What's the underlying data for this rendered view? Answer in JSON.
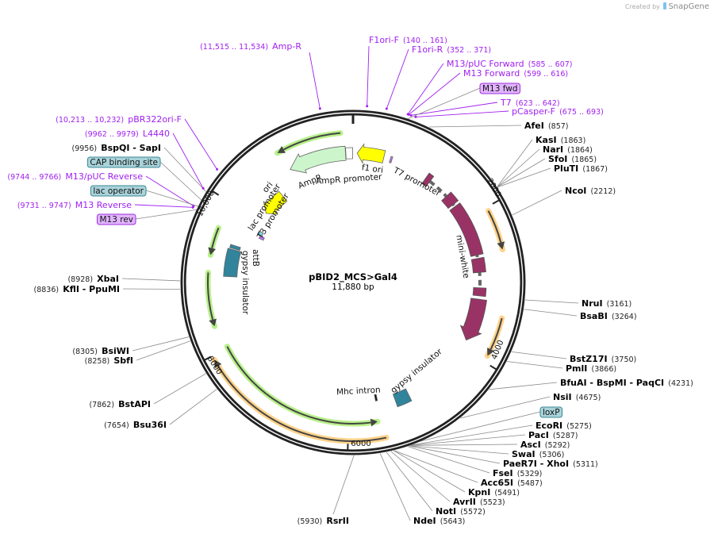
{
  "watermark": {
    "prefix": "Created by",
    "brand": "SnapGene"
  },
  "plasmid": {
    "name": "pBID2_MCS>Gal4",
    "length_label": "11,880 bp",
    "total_bp": 11880
  },
  "ticks": [
    {
      "bp": 2000,
      "label": "2000"
    },
    {
      "bp": 4000,
      "label": "4000"
    },
    {
      "bp": 6000,
      "label": "6000"
    },
    {
      "bp": 8000,
      "label": "8000"
    },
    {
      "bp": 10000,
      "label": "10,000"
    }
  ],
  "enzymes": [
    {
      "name": "AfeI",
      "pos": "857"
    },
    {
      "name": "KasI",
      "pos": "1863"
    },
    {
      "name": "NarI",
      "pos": "1864"
    },
    {
      "name": "SfoI",
      "pos": "1865"
    },
    {
      "name": "PluTI",
      "pos": "1867"
    },
    {
      "name": "NcoI",
      "pos": "2212"
    },
    {
      "name": "NruI",
      "pos": "3161"
    },
    {
      "name": "BsaBI",
      "pos": "3264"
    },
    {
      "name": "BstZ17I",
      "pos": "3750"
    },
    {
      "name": "PmlI",
      "pos": "3866"
    },
    {
      "name": "BfuAI  - BspMI  - PaqCI",
      "pos": "4231"
    },
    {
      "name": "NsiI",
      "pos": "4675"
    },
    {
      "name": "EcoRI",
      "pos": "5275"
    },
    {
      "name": "PacI",
      "pos": "5287"
    },
    {
      "name": "AscI",
      "pos": "5292"
    },
    {
      "name": "SwaI",
      "pos": "5306"
    },
    {
      "name": "PaeR7I  - XhoI",
      "pos": "5311"
    },
    {
      "name": "FseI",
      "pos": "5329"
    },
    {
      "name": "Acc65I",
      "pos": "5487"
    },
    {
      "name": "KpnI",
      "pos": "5491"
    },
    {
      "name": "AvrII",
      "pos": "5523"
    },
    {
      "name": "NotI",
      "pos": "5572"
    },
    {
      "name": "NdeI",
      "pos": "5643"
    },
    {
      "name": "RsrII",
      "pos": "5930"
    },
    {
      "name": "Bsu36I",
      "pos": "7654"
    },
    {
      "name": "BstAPI",
      "pos": "7862"
    },
    {
      "name": "SbfI",
      "pos": "8258"
    },
    {
      "name": "BsiWI",
      "pos": "8305"
    },
    {
      "name": "KflI  - PpuMI",
      "pos": "8836"
    },
    {
      "name": "XbaI",
      "pos": "8928"
    },
    {
      "name": "BspQI  - SapI",
      "pos": "9956"
    }
  ],
  "primers": [
    {
      "name": "Amp-R",
      "range": "(11,515 .. 11,534)",
      "bp": 11525
    },
    {
      "name": "pBR322ori-F",
      "range": "(10,213 .. 10,232)",
      "bp": 10222
    },
    {
      "name": "L4440",
      "range": "(9962 .. 9979)",
      "bp": 9970
    },
    {
      "name": "M13/pUC Reverse",
      "range": "(9744 .. 9766)",
      "bp": 9755
    },
    {
      "name": "M13 Reverse",
      "range": "(9731 .. 9747)",
      "bp": 9739
    },
    {
      "name": "F1ori-F",
      "range": "(140 .. 161)",
      "bp": 150
    },
    {
      "name": "F1ori-R",
      "range": "(352 .. 371)",
      "bp": 361
    },
    {
      "name": "M13/pUC Forward",
      "range": "(585 .. 607)",
      "bp": 596
    },
    {
      "name": "M13 Forward",
      "range": "(599 .. 616)",
      "bp": 607
    },
    {
      "name": "T7",
      "range": "(623 .. 642)",
      "bp": 632
    },
    {
      "name": "pCasper-F",
      "range": "(675 .. 693)",
      "bp": 684
    }
  ],
  "site_boxes": [
    {
      "label": "CAP binding site",
      "bp": 9850,
      "kind": "feature"
    },
    {
      "label": "lac operator",
      "bp": 9775,
      "kind": "feature"
    },
    {
      "label": "M13 rev",
      "bp": 9735,
      "kind": "primer"
    },
    {
      "label": "M13 fwd",
      "bp": 605,
      "kind": "primer"
    },
    {
      "label": "loxP",
      "bp": 5200,
      "kind": "feature"
    }
  ],
  "features": [
    {
      "name": "f1 ori",
      "start": 60,
      "end": 456,
      "direction": -1,
      "color": "#ffff00"
    },
    {
      "name": "AmpR promoter",
      "start": 11775,
      "end": 11875,
      "direction": 0,
      "color": "#ffffff"
    },
    {
      "name": "AmpR",
      "start": 10920,
      "end": 11770,
      "direction": -1,
      "color": "#ccf5cc"
    },
    {
      "name": "ori",
      "start": 10180,
      "end": 10590,
      "direction": -1,
      "color": "#ffff00"
    },
    {
      "name": "lac promoter",
      "start": 9790,
      "end": 9860,
      "direction": 0,
      "color": "#7fd0e0"
    },
    {
      "name": "T3 promoter",
      "start": 9740,
      "end": 9790,
      "direction": 0,
      "color": "#c070f0"
    },
    {
      "name": "T7 promoter",
      "start": 555,
      "end": 580,
      "direction": 0,
      "color": "#c070f0"
    },
    {
      "name": "attB",
      "start": 9430,
      "end": 9480,
      "direction": 0,
      "color": "#31849b"
    },
    {
      "name": "gypsy insulator",
      "start": 9000,
      "end": 9415,
      "direction": 0,
      "color": "#31849b"
    },
    {
      "name": "mini-white",
      "start": 1150,
      "end": 3860,
      "direction": 1,
      "color": "#993366"
    },
    {
      "name": "gypsy insulator",
      "start": 5070,
      "end": 5290,
      "direction": 0,
      "color": "#31849b"
    },
    {
      "name": "Mhc intron",
      "start": 5555,
      "end": 5585,
      "direction": 0,
      "color": "#111111"
    }
  ],
  "mini_white_exons": [
    [
      1150,
      1230
    ],
    [
      1560,
      1720
    ],
    [
      1760,
      2560
    ],
    [
      2610,
      2820
    ],
    [
      3050,
      3170
    ],
    [
      3220,
      3860
    ]
  ],
  "orfs": [
    {
      "start": 10880,
      "end": 11720,
      "direction": -1,
      "color": "#b8f08a"
    },
    {
      "start": 9270,
      "end": 9640,
      "direction": -1,
      "color": "#b8f08a"
    },
    {
      "start": 8330,
      "end": 9040,
      "direction": -1,
      "color": "#b8f08a"
    },
    {
      "start": 5610,
      "end": 8020,
      "direction": -1,
      "color": "#b8f08a"
    },
    {
      "start": 2050,
      "end": 2560,
      "direction": 1,
      "color": "#ffd38a"
    },
    {
      "start": 3415,
      "end": 3915,
      "direction": 1,
      "color": "#ffd38a"
    },
    {
      "start": 5540,
      "end": 7950,
      "direction": 1,
      "color": "#ffd38a"
    }
  ],
  "colors": {
    "primer": "#a020f0",
    "feature_box": "#a9d3da",
    "feature_box_border": "#3a8796",
    "primer_box": "#e2b4ff",
    "primer_box_border": "#9b30d9",
    "ring": "#222222"
  }
}
